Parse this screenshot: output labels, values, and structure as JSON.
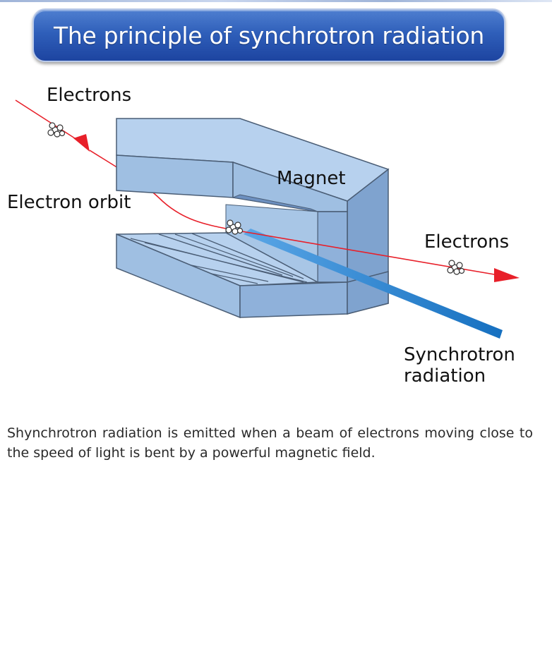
{
  "title": "The principle of synchrotron radiation",
  "labels": {
    "electrons_in": "Electrons",
    "electron_orbit": "Electron orbit",
    "magnet": "Magnet",
    "electrons_out": "Electrons",
    "synchrotron_line1": "Synchrotron",
    "synchrotron_line2": "radiation"
  },
  "caption": "Shynchrotron radiation is emitted when a beam of electrons moving close to the speed of light is bent by a powerful magnetic field.",
  "colors": {
    "banner": "#2f5fba",
    "magnet_face": "#9fbfe2",
    "magnet_top": "#b7d1ee",
    "magnet_side": "#7fa3cf",
    "electron_path": "#e8202a",
    "radiation_beam": "#1b7ccc"
  }
}
